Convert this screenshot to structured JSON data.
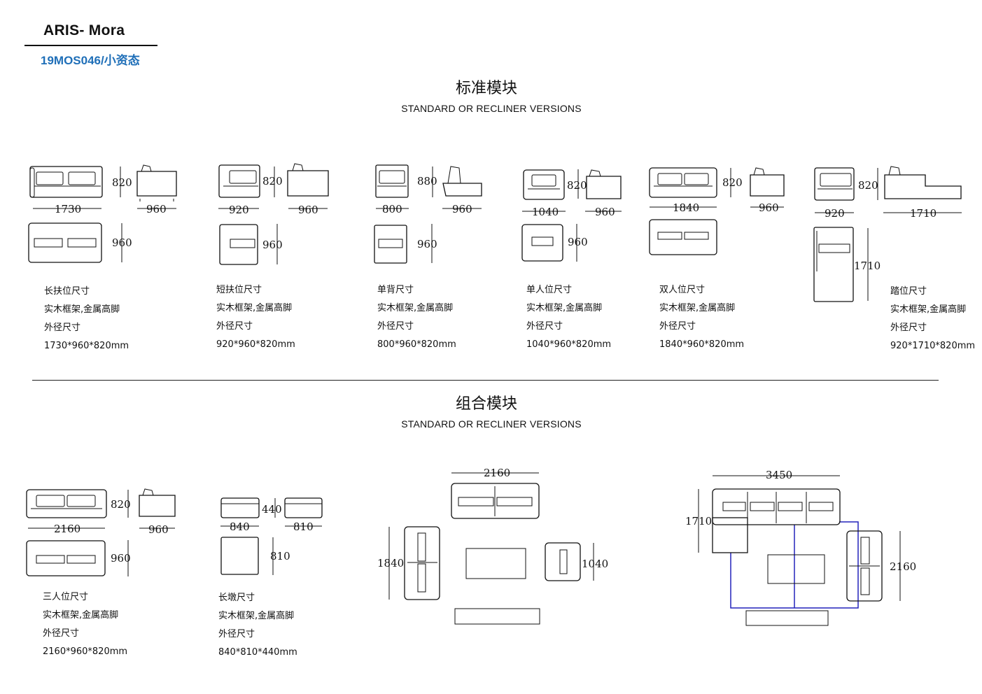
{
  "header": {
    "brand": "ARIS- Mora",
    "model": "19MOS046/小资态"
  },
  "sections": [
    {
      "title": "标准模块",
      "subtitle": "STANDARD OR RECLINER VERSIONS"
    },
    {
      "title": "组合模块",
      "subtitle": "STANDARD OR RECLINER VERSIONS"
    }
  ],
  "modules": [
    {
      "name": "长扶位尺寸",
      "desc": "实木框架,金属高脚",
      "label": "外径尺寸",
      "size": "1730*960*820mm",
      "dims": {
        "w": "1730",
        "h": "820",
        "d": "960",
        "plan_d": "960"
      }
    },
    {
      "name": "短扶位尺寸",
      "desc": "实木框架,金属高脚",
      "label": "外径尺寸",
      "size": "920*960*820mm",
      "dims": {
        "w": "920",
        "h": "820",
        "d": "960",
        "plan_d": "960"
      }
    },
    {
      "name": "单背尺寸",
      "desc": "实木框架,金属高脚",
      "label": "外径尺寸",
      "size": "800*960*820mm",
      "dims": {
        "w": "800",
        "h": "880",
        "d": "960",
        "plan_d": "960"
      }
    },
    {
      "name": "单人位尺寸",
      "desc": "实木框架,金属高脚",
      "label": "外径尺寸",
      "size": "1040*960*820mm",
      "dims": {
        "w": "1040",
        "h": "820",
        "d": "960",
        "plan_d": "960"
      }
    },
    {
      "name": "双人位尺寸",
      "desc": "实木框架,金属高脚",
      "label": "外径尺寸",
      "size": "1840*960*820mm",
      "dims": {
        "w": "1840",
        "h": "820",
        "d": "960"
      }
    },
    {
      "name": "踏位尺寸",
      "desc": "实木框架,金属高脚",
      "label": "外径尺寸",
      "size": "920*1710*820mm",
      "dims": {
        "w": "920",
        "h": "820",
        "d": "1710",
        "plan_d": "1710"
      }
    },
    {
      "name": "三人位尺寸",
      "desc": "实木框架,金属高脚",
      "label": "外径尺寸",
      "size": "2160*960*820mm",
      "dims": {
        "w": "2160",
        "h": "820",
        "d": "960",
        "plan_d": "960"
      }
    },
    {
      "name": "长墩尺寸",
      "desc": "实木框架,金属高脚",
      "label": "外径尺寸",
      "size": "840*810*440mm",
      "dims": {
        "w": "840",
        "h": "440",
        "d": "810",
        "plan_d": "810"
      }
    }
  ],
  "combos": [
    {
      "top_w": "2160",
      "left_d": "1840",
      "right_d": "1040"
    },
    {
      "top_w": "3450",
      "left_d": "1710",
      "right_d": "2160"
    }
  ]
}
